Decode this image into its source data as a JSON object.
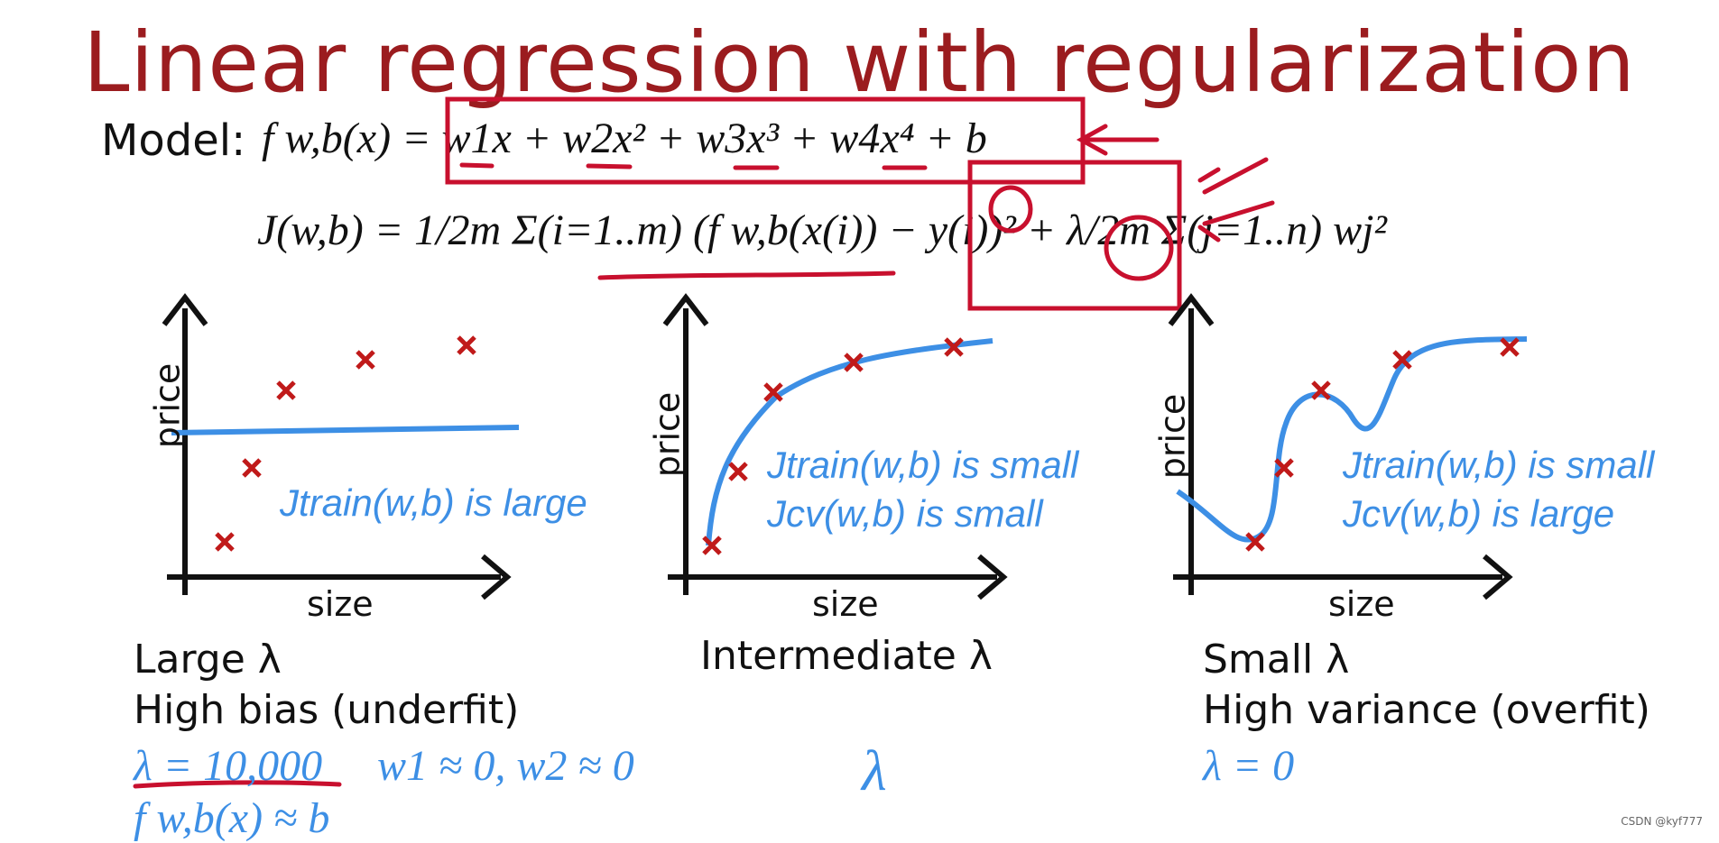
{
  "title": "Linear regression with regularization",
  "model_label": "Model:",
  "model_expr": "f w,b(x) = w1x + w2x² + w3x³ + w4x⁴ + b",
  "cost_expr": "J(w,b) = 1/2m Σ(i=1..m) (f w,b(x(i)) − y(i))² + λ/2m Σ(j=1..n) wj²",
  "panels": [
    {
      "ylabel": "price",
      "xlabel": "size",
      "note_lines": [
        "Jtrain(w,b) is large"
      ],
      "caption_lines": [
        "Large λ",
        "High bias (underfit)"
      ],
      "lambda_value": "λ = 10,000",
      "weights_note": "w1 ≈ 0, w2 ≈ 0",
      "fit_note": "f w,b(x) ≈ b"
    },
    {
      "ylabel": "price",
      "xlabel": "size",
      "note_lines": [
        "Jtrain(w,b) is small",
        "Jcv(w,b) is small"
      ],
      "caption_lines": [
        "Intermediate λ"
      ],
      "lambda_value": "λ"
    },
    {
      "ylabel": "price",
      "xlabel": "size",
      "note_lines": [
        "Jtrain(w,b) is small",
        "Jcv(w,b) is large"
      ],
      "caption_lines": [
        "Small λ",
        "High variance (overfit)"
      ],
      "lambda_value": "λ = 0"
    }
  ],
  "watermark": "CSDN @kyf777",
  "colors": {
    "title": "#9b1c1f",
    "annotation": "#c8102e",
    "fit_curve": "#3d8fe5",
    "points": "#c01a1a"
  }
}
